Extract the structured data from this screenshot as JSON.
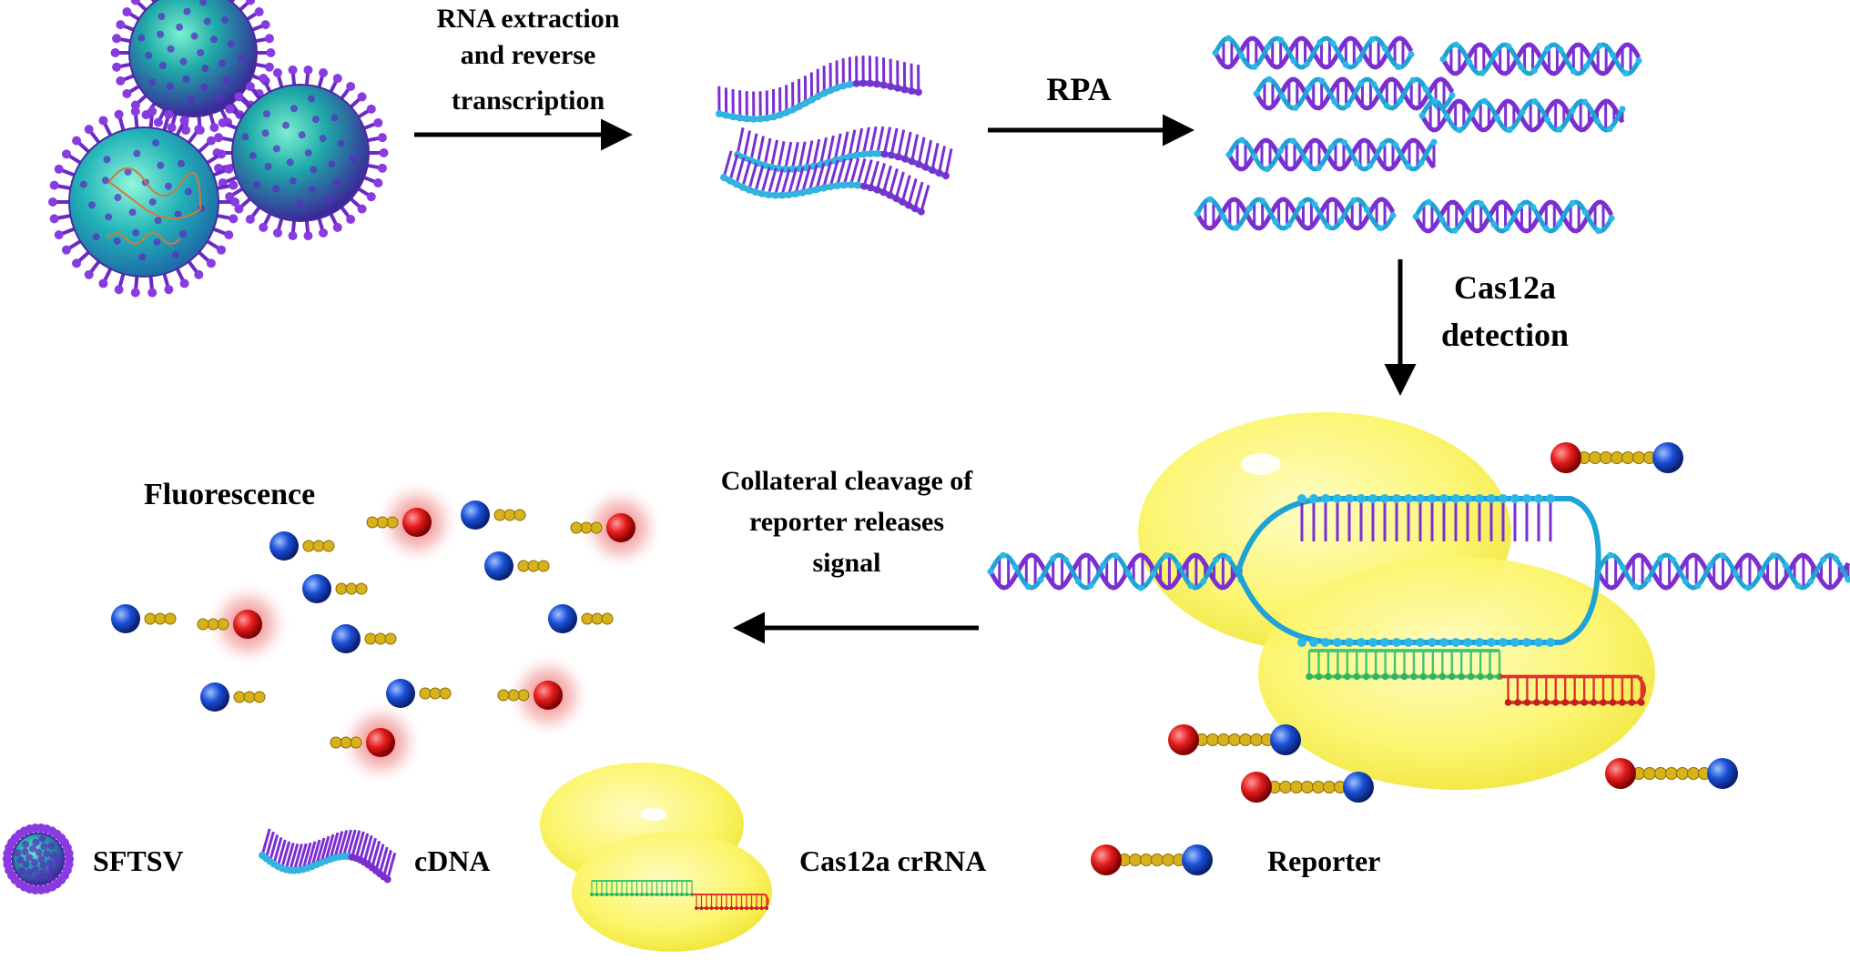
{
  "labels": {
    "step1_line1": "RNA extraction",
    "step1_line2": "and reverse",
    "step1_line3": "transcription",
    "step2": "RPA",
    "step3_line1": "Cas12a",
    "step3_line2": "detection",
    "step4_line1": "Collateral cleavage of",
    "step4_line2": "reporter releases",
    "step4_line3": "signal",
    "fluorescence": "Fluorescence"
  },
  "legend": {
    "sftsv": "SFTSV",
    "cdna": "cDNA",
    "cas12a_crrna": "Cas12a crRNA",
    "reporter": "Reporter"
  },
  "colors": {
    "strand_purple": "#7b2fd1",
    "strand_cyan": "#1fa3d6",
    "crrna_green": "#3cc86e",
    "crrna_red": "#e0302e",
    "protein_yellow": "#fbf56a",
    "fluorophore_red": "#e21b1b",
    "quencher_blue": "#1a4fd6",
    "linker_gold": "#d8b21c",
    "arrow": "#000000"
  },
  "icons": [
    "virus-icon",
    "dna-helix-icon",
    "cas12a-protein-icon",
    "reporter-probe-icon",
    "glow-icon"
  ]
}
